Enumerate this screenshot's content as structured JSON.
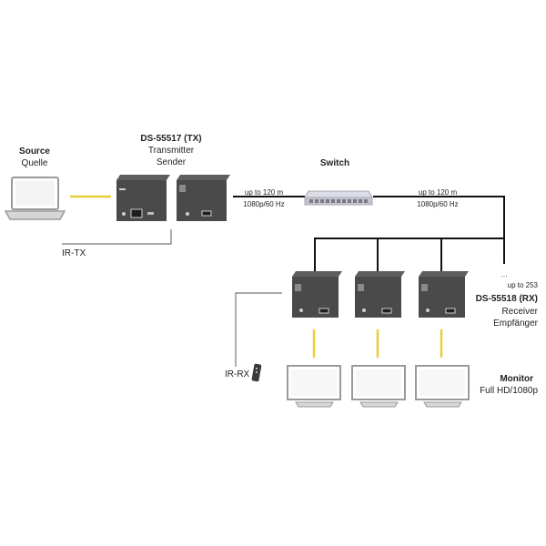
{
  "colors": {
    "cable_yellow": "#e6cf3a",
    "network_line": "#111111",
    "device_body": "#4a4a4a",
    "device_top": "#5e5e5e",
    "monitor_frame": "#9a9a9a"
  },
  "source": {
    "title": "Source",
    "subtitle": "Quelle"
  },
  "transmitter": {
    "model": "DS-55517 (TX)",
    "line1": "Transmitter",
    "line2": "Sender",
    "ir_label": "IR-TX"
  },
  "switch": {
    "title": "Switch"
  },
  "link_left": {
    "distance": "up to 120 m",
    "resolution": "1080p/60 Hz"
  },
  "link_right": {
    "distance": "up to 120 m",
    "resolution": "1080p/60 Hz"
  },
  "receiver": {
    "more": "…",
    "count": "up to 253",
    "model": "DS-55518 (RX)",
    "line1": "Receiver",
    "line2": "Empfänger",
    "ir_label": "IR-RX"
  },
  "monitor": {
    "title": "Monitor",
    "subtitle": "Full HD/1080p"
  }
}
